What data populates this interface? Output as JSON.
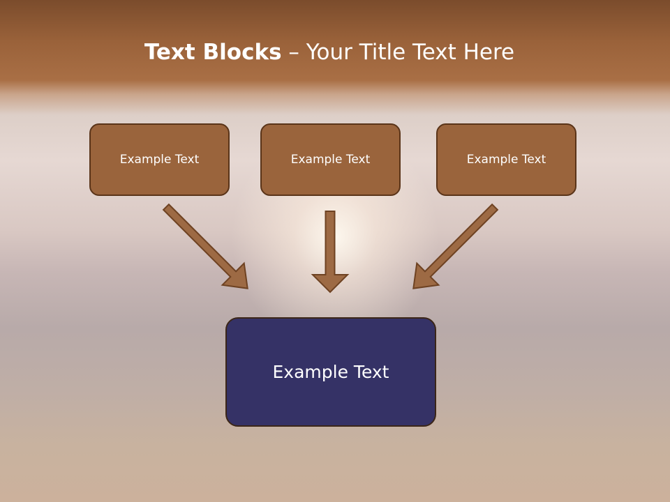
{
  "slide": {
    "title_bold": "Text Blocks",
    "title_dash": " – ",
    "title_rest": "Your Title Text Here",
    "blocks": [
      {
        "label": "Example Text"
      },
      {
        "label": "Example Text"
      },
      {
        "label": "Example Text"
      }
    ],
    "main_block": {
      "label": "Example Text"
    },
    "colors": {
      "block_fill": "#9a643c",
      "block_border": "#5a3419",
      "main_fill": "#353266",
      "arrow_fill": "#9d6a44",
      "arrow_stroke": "#6e4222"
    }
  }
}
